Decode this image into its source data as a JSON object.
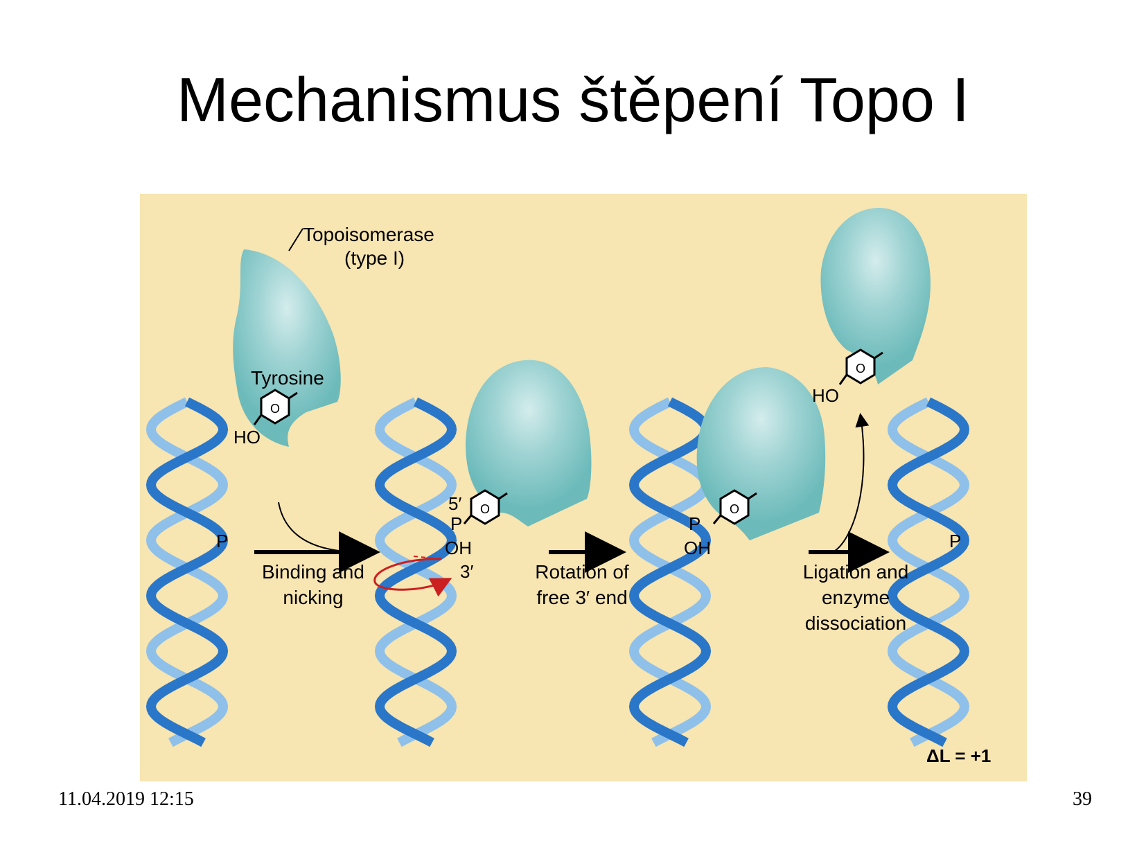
{
  "slide": {
    "title": "Mechanismus štěpení Topo I",
    "date": "11.04.2019 12:15",
    "page_number": "39"
  },
  "diagram": {
    "enzyme_label_line1": "Topoisomerase",
    "enzyme_label_line2": "(type I)",
    "tyrosine_label": "Tyrosine",
    "ring_label": "O",
    "ho_label": "HO",
    "p_label": "P",
    "five_prime": "5′",
    "oh_label": "OH",
    "three_prime": "3′",
    "step1_line1": "Binding and",
    "step1_line2": "nicking",
    "step2_line1": "Rotation of",
    "step2_line2": "free 3′ end",
    "step3_line1": "Ligation and",
    "step3_line2": "enzyme",
    "step3_line3": "dissociation",
    "delta_l": "ΔL = +1",
    "colors": {
      "background": "#f7e5b2",
      "dna_front": "#2a77c9",
      "dna_back": "#8ec0ea",
      "enzyme": "#6fbcbc",
      "enzyme_highlight": "#bfe3e3",
      "rotation_arrow": "#cc1f1f"
    }
  }
}
